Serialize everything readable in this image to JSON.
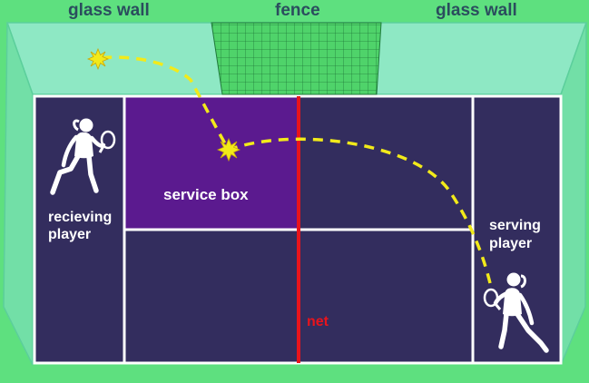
{
  "labels": {
    "glass_wall_left": "glass wall",
    "fence": "fence",
    "glass_wall_right": "glass wall",
    "service_box": "service box",
    "receiving_player_line1": "recieving",
    "receiving_player_line2": "player",
    "serving_player_line1": "serving",
    "serving_player_line2": "player",
    "net": "net"
  },
  "colors": {
    "background": "#5ee07f",
    "glass": "#8ee8c4",
    "fence": "#4fd36a",
    "court": "#332d5e",
    "service_box": "#5b1a8f",
    "lines": "#ffffff",
    "net": "#e8141c",
    "ball": "#f2ea1a"
  }
}
